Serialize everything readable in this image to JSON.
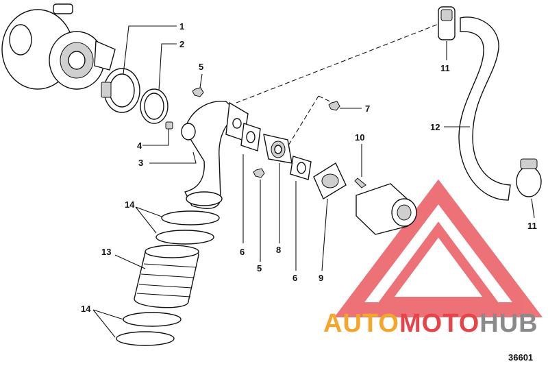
{
  "diagram": {
    "figure_number": "36601",
    "callouts": {
      "c1": "1",
      "c2": "2",
      "c3": "3",
      "c4": "4",
      "c5a": "5",
      "c5b": "5",
      "c6a": "6",
      "c6b": "6",
      "c7": "7",
      "c8": "8",
      "c9": "9",
      "c10": "10",
      "c11a": "11",
      "c11b": "11",
      "c12": "12",
      "c13": "13",
      "c14a": "14",
      "c14b": "14"
    }
  },
  "watermark": {
    "part1": "AUTO",
    "part2": "MOTO",
    "part3": "HUB",
    "color_orange": "#f4a52a",
    "color_red": "#e7444a",
    "color_gray": "#8a8a8a"
  }
}
